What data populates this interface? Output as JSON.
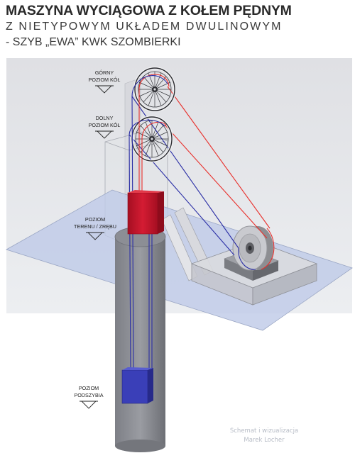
{
  "title": {
    "line1": "MASZYNA WYCIĄGOWA Z KOŁEM PĘDNYM",
    "line2": "Z NIETYPOWYM UKŁADEM DWULINOWYM",
    "line3": "- SZYB „EWA” KWK SZOMBIERKI"
  },
  "levels": {
    "upper_l1": "GÓRNY",
    "upper_l2": "POZIOM KÓŁ",
    "lower_l1": "DOLNY",
    "lower_l2": "POZIOM KÓŁ",
    "ground_l1": "POZIOM",
    "ground_l2": "TERENU / ZRĘBU",
    "bottom_l1": "POZIOM",
    "bottom_l2": "PODSZYBIA"
  },
  "credit": {
    "line1": "Schemat i wizualizacja",
    "line2": "Marek Locher"
  },
  "colors": {
    "rope_red": "#e8302c",
    "rope_blue": "#2b2fa6",
    "cage_red": "#c0142a",
    "cage_blue": "#3a3fb8",
    "ground_plane": "#c2cde8",
    "backdrop": "#e4e5e8"
  }
}
